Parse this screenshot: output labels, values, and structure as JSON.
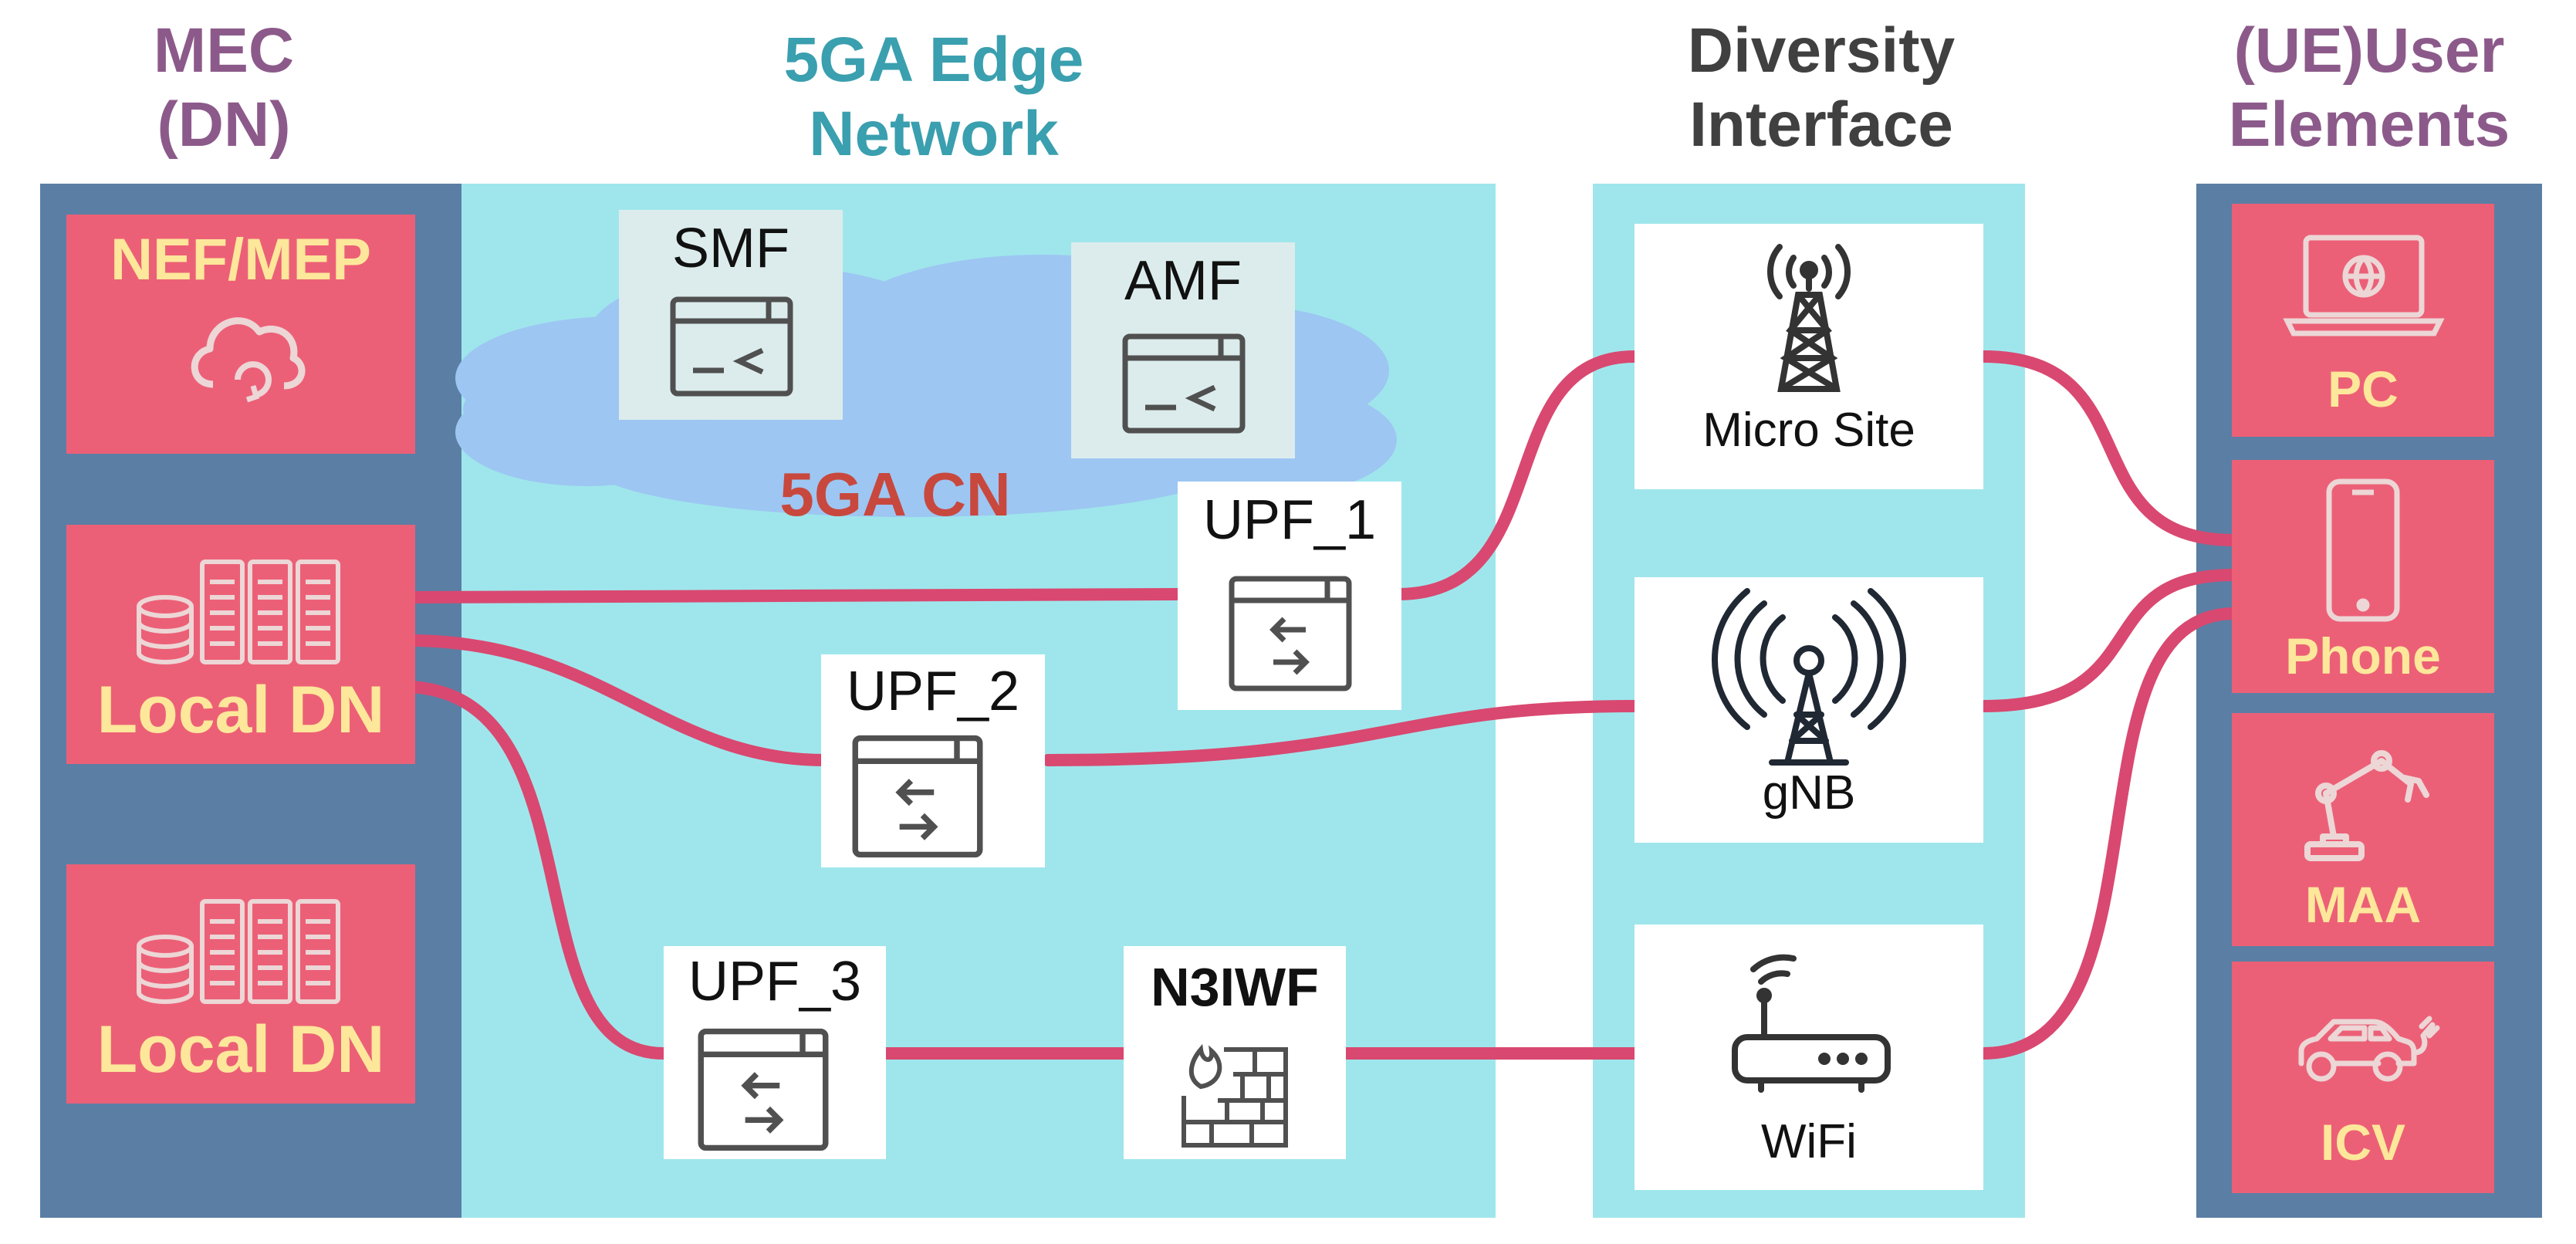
{
  "headings": {
    "mec": [
      "MEC",
      "(DN)"
    ],
    "edge": [
      "5GA Edge",
      "Network"
    ],
    "diversity": [
      "Diversity",
      "Interface"
    ],
    "ue": [
      "(UE)User",
      "Elements"
    ]
  },
  "mec": {
    "nef": "NEF/MEP",
    "local_dn_1": "Local DN",
    "local_dn_2": "Local DN"
  },
  "edge": {
    "cloud_label": "5GA CN",
    "smf": "SMF",
    "amf": "AMF",
    "upf_1": "UPF_1",
    "upf_2": "UPF_2",
    "upf_3": "UPF_3",
    "n3iwf": "N3IWF"
  },
  "diversity": {
    "micro_site": "Micro Site",
    "gnb": "gNB",
    "wifi": "WiFi"
  },
  "ue": {
    "pc": "PC",
    "phone": "Phone",
    "maa": "MAA",
    "icv": "ICV"
  },
  "colors": {
    "heading_mec": "#8c5a8a",
    "heading_edge": "#3a9fae",
    "heading_diversity": "#404040",
    "heading_ue": "#8c5a8a",
    "link": "#d94870",
    "cloud": "#9dc6f2",
    "cn_label": "#c8483e",
    "column_blue": "#5b7ea4",
    "edge_bg": "#9fe6ec",
    "pink": "#ec6077",
    "yellow_text": "#fde79a"
  },
  "icons": [
    "cloud-sync-icon",
    "server-database-icon",
    "terminal-window-icon",
    "transfer-window-icon",
    "firewall-icon",
    "tower-icon",
    "antenna-icon",
    "router-icon",
    "laptop-icon",
    "phone-icon",
    "robot-arm-icon",
    "electric-car-icon"
  ]
}
